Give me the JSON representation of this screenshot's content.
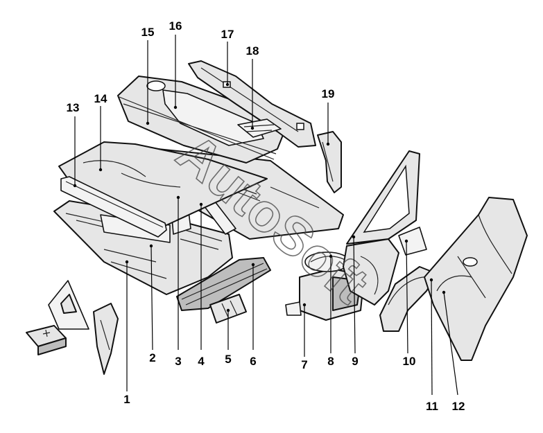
{
  "watermark": "AutoSoft",
  "callouts": [
    {
      "id": "1"
    },
    {
      "id": "2"
    },
    {
      "id": "3"
    },
    {
      "id": "4"
    },
    {
      "id": "5"
    },
    {
      "id": "6"
    },
    {
      "id": "7"
    },
    {
      "id": "8"
    },
    {
      "id": "9"
    },
    {
      "id": "10"
    },
    {
      "id": "11"
    },
    {
      "id": "12"
    },
    {
      "id": "13"
    },
    {
      "id": "14"
    },
    {
      "id": "15"
    },
    {
      "id": "16"
    },
    {
      "id": "17"
    },
    {
      "id": "18"
    },
    {
      "id": "19"
    }
  ]
}
